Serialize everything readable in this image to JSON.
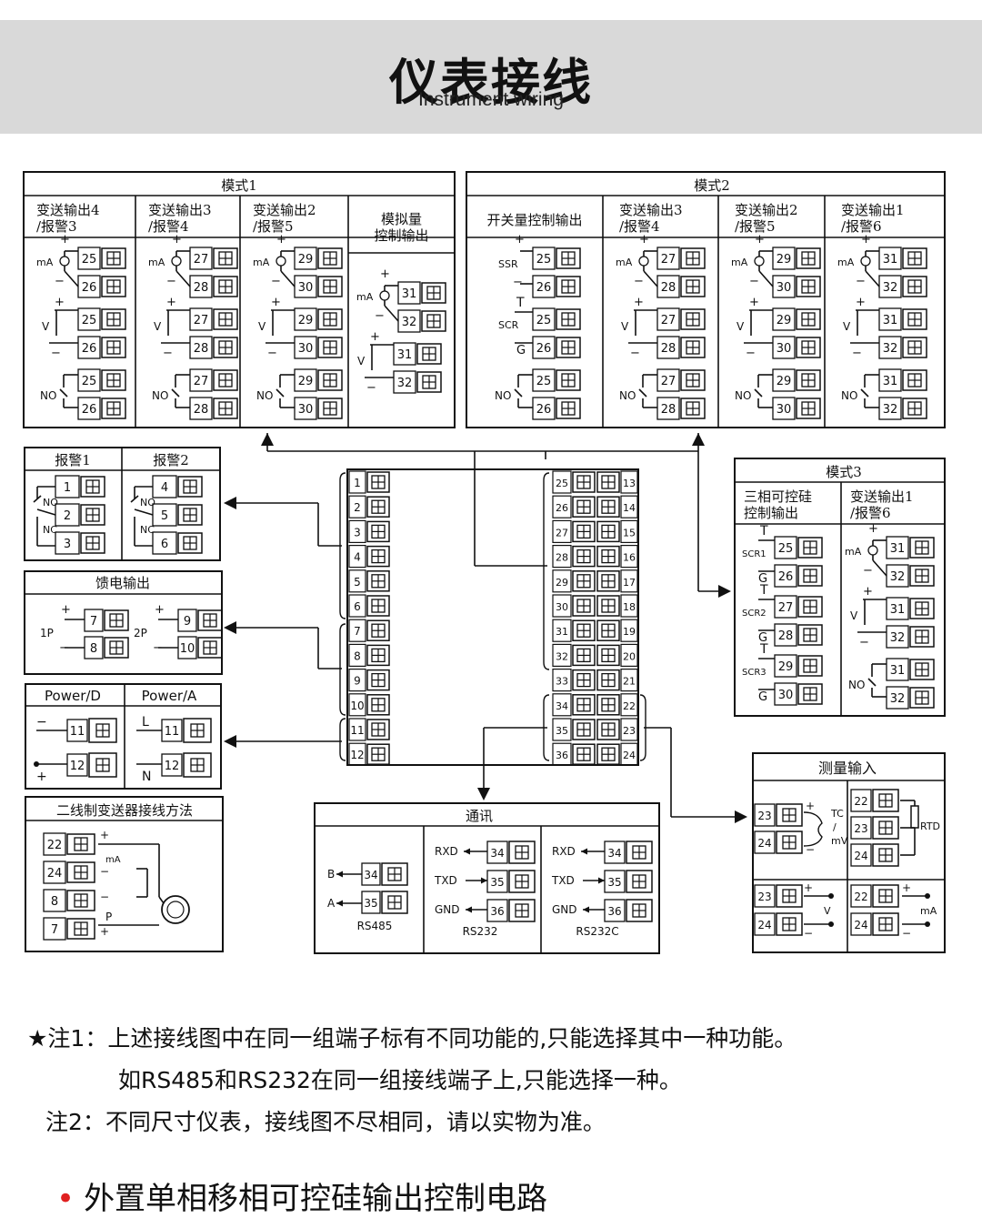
{
  "header": {
    "title_zh": "仪表接线",
    "title_en": "Instrument wiring"
  },
  "mode1": {
    "title": "模式1",
    "cols": [
      {
        "line1": "变送输出4",
        "line2": "/报警3",
        "terms": [
          "25",
          "26",
          "25",
          "26",
          "25",
          "26"
        ]
      },
      {
        "line1": "变送输出3",
        "line2": "/报警4",
        "terms": [
          "27",
          "28",
          "27",
          "28",
          "27",
          "28"
        ]
      },
      {
        "line1": "变送输出2",
        "line2": "/报警5",
        "terms": [
          "29",
          "30",
          "29",
          "30",
          "29",
          "30"
        ]
      },
      {
        "line1": "模拟量",
        "line2": "控制输出",
        "terms": [
          "31",
          "32",
          "31",
          "32"
        ]
      }
    ]
  },
  "mode2": {
    "title": "模式2",
    "cols": [
      {
        "line1": "开关量控制输出",
        "line2": "",
        "terms": [
          "25",
          "26",
          "25",
          "26",
          "25",
          "26"
        ]
      },
      {
        "line1": "变送输出3",
        "line2": "/报警4",
        "terms": [
          "27",
          "28",
          "27",
          "28",
          "27",
          "28"
        ]
      },
      {
        "line1": "变送输出2",
        "line2": "/报警5",
        "terms": [
          "29",
          "30",
          "29",
          "30",
          "29",
          "30"
        ]
      },
      {
        "line1": "变送输出1",
        "line2": "/报警6",
        "terms": [
          "31",
          "32",
          "31",
          "32",
          "31",
          "32"
        ]
      }
    ]
  },
  "mode3": {
    "title": "模式3",
    "col1": {
      "line1": "三相可控硅",
      "line2": "控制输出",
      "terms": [
        "25",
        "26",
        "27",
        "28",
        "29",
        "30"
      ],
      "labels": [
        "SCR1",
        "SCR2",
        "SCR3"
      ]
    },
    "col2": {
      "line1": "变送输出1",
      "line2": "/报警6",
      "terms": [
        "31",
        "32",
        "31",
        "32",
        "31",
        "32"
      ]
    }
  },
  "alarm": {
    "a1": "报警1",
    "a2": "报警2",
    "terms1": [
      "1",
      "2",
      "3"
    ],
    "terms2": [
      "4",
      "5",
      "6"
    ],
    "no": "NO",
    "nc": "NC"
  },
  "feed": {
    "title": "馈电输出",
    "p1": "1P",
    "p2": "2P",
    "terms": [
      "7",
      "8",
      "9",
      "10"
    ]
  },
  "power": {
    "d": "Power/D",
    "a": "Power/A",
    "terms": [
      "11",
      "12",
      "11",
      "12"
    ],
    "l": "L",
    "n": "N"
  },
  "twowire": {
    "title": "二线制变送器接线方法",
    "terms": [
      "22",
      "24",
      "8",
      "7"
    ],
    "ma": "mA",
    "p": "P"
  },
  "comm": {
    "title": "通讯",
    "rs485": {
      "name": "RS485",
      "b": "B",
      "a": "A",
      "terms": [
        "34",
        "35"
      ]
    },
    "rs232": {
      "name": "RS232",
      "rxd": "RXD",
      "txd": "TXD",
      "gnd": "GND",
      "terms": [
        "34",
        "35",
        "36"
      ]
    },
    "rs232c": {
      "name": "RS232C",
      "rxd": "RXD",
      "txd": "TXD",
      "gnd": "GND",
      "terms": [
        "34",
        "35",
        "36"
      ]
    }
  },
  "measure": {
    "title": "测量输入",
    "tc": "TC",
    "slash": "/",
    "mv": "mV",
    "rtd": "RTD",
    "v": "V",
    "ma": "mA",
    "terms": [
      "23",
      "24",
      "22",
      "23",
      "24",
      "23",
      "24",
      "22",
      "24"
    ]
  },
  "center": {
    "left": [
      "1",
      "2",
      "3",
      "4",
      "5",
      "6",
      "7",
      "8",
      "9",
      "10",
      "11",
      "12"
    ],
    "mid": [
      "25",
      "26",
      "27",
      "28",
      "29",
      "30",
      "31",
      "32",
      "33",
      "34",
      "35",
      "36"
    ],
    "right": [
      "13",
      "14",
      "15",
      "16",
      "17",
      "18",
      "19",
      "20",
      "21",
      "22",
      "23",
      "24"
    ]
  },
  "symbols": {
    "ma": "mA",
    "v": "V",
    "no": "NO",
    "ssr": "SSR",
    "scr": "SCR",
    "t": "T",
    "g": "G",
    "plus": "+",
    "minus": "−"
  },
  "notes": {
    "n1a": "★注1：上述接线图中在同一组端子标有不同功能的,只能选择其中一种功能。",
    "n1b": "如RS485和RS232在同一组接线端子上,只能选择一种。",
    "n2": "注2：不同尺寸仪表，接线图不尽相同，请以实物为准。"
  },
  "bottom": {
    "title": "外置单相移相可控硅输出控制电路"
  }
}
